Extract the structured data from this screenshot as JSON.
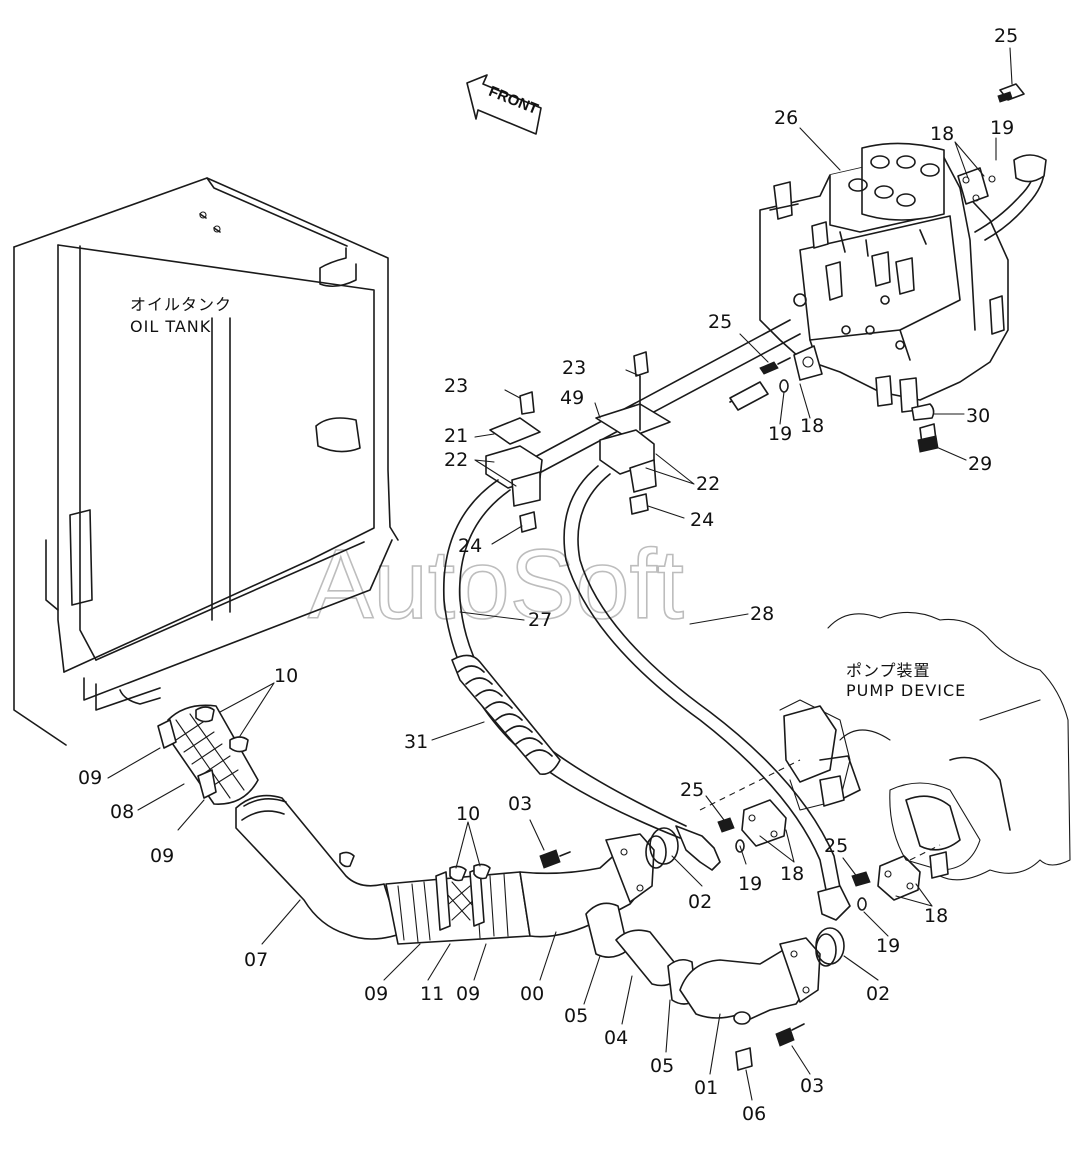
{
  "direction_label": "FRONT",
  "watermark": "AutoSoft",
  "components": {
    "oil_tank": {
      "label_jp": "オイルタンク",
      "label_en": "OIL TANK"
    },
    "pump_device": {
      "label_jp": "ポンプ装置",
      "label_en": "PUMP DEVICE"
    }
  },
  "part_labels": {
    "p25_top": "25",
    "p26": "26",
    "p18_top": "18",
    "p19_top": "19",
    "p25_valve": "25",
    "p23_left": "23",
    "p23_mid": "23",
    "p49": "49",
    "p21": "21",
    "p22_left": "22",
    "p22_right": "22",
    "p19_valve": "19",
    "p18_valve": "18",
    "p30": "30",
    "p29": "29",
    "p24_right": "24",
    "p24_left": "24",
    "p27": "27",
    "p28": "28",
    "p10_top": "10",
    "p31": "31",
    "p09_a": "09",
    "p08": "08",
    "p09_b": "09",
    "p25_pump_a": "25",
    "p03_top": "03",
    "p10_mid": "10",
    "p19_pump_a": "19",
    "p18_pump_a": "18",
    "p25_pump_b": "25",
    "p02_a": "02",
    "p18_pump_b": "18",
    "p19_pump_b": "19",
    "p07": "07",
    "p02_b": "02",
    "p09_c": "09",
    "p11": "11",
    "p09_d": "09",
    "p00": "00",
    "p05_a": "05",
    "p04": "04",
    "p05_b": "05",
    "p01": "01",
    "p03_bottom": "03",
    "p06": "06"
  }
}
